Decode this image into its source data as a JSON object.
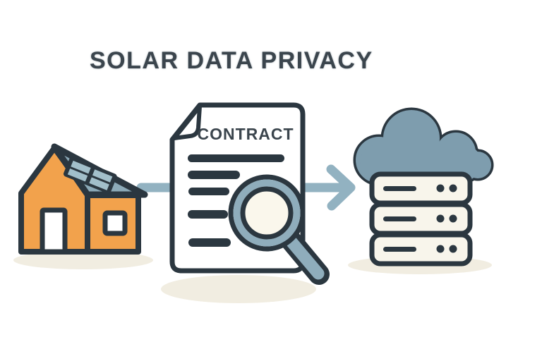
{
  "title": "SOLAR DATA PRIVACY",
  "diagram": {
    "flow": [
      "house-with-solar-panel",
      "contract-inspection",
      "cloud-database-server"
    ],
    "contract": {
      "title": "CONTRACT",
      "redacted_line_count": 5
    },
    "server": {
      "rack_row_count": 3
    },
    "icons": [
      "house-icon",
      "solar-panel-icon",
      "flow-arrow-icon",
      "contract-document-icon",
      "magnifier-icon",
      "cloud-icon",
      "server-stack-icon"
    ]
  },
  "colors": {
    "outline": "#2b3740",
    "orange": "#f2a24c",
    "roof": "#8caab8",
    "panel-cell": "#a2bfca",
    "arrow": "#92b2c1",
    "cloud": "#7e9dae",
    "band": "#8fadbc",
    "cream": "#f8f5eb",
    "lens": "#faf7ec",
    "shadow": "#f1ede1",
    "title-color": "#3b454d",
    "page": "#ffffff"
  }
}
